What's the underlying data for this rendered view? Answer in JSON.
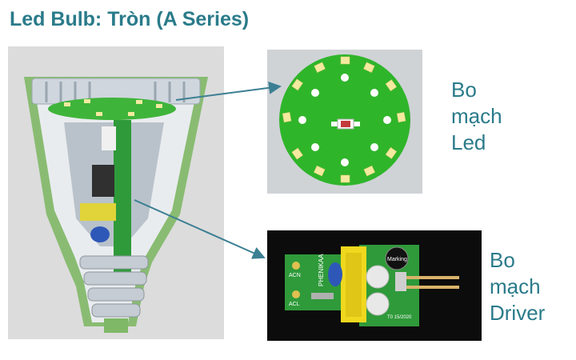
{
  "title": "Led Bulb: Tròn (A Series)",
  "labels": {
    "led_board": [
      "Bo",
      "mạch",
      "Led"
    ],
    "driver_board": [
      "Bo",
      "mạch",
      "Driver"
    ]
  },
  "driver_board_marks": {
    "brand": "PHENIKAA",
    "marking": "Marking",
    "acn": "ACN",
    "acl": "ACL",
    "t0_date": "T0\n15/2020"
  },
  "colors": {
    "title": "#2a7b8a",
    "pcb_green": "#2fb52a",
    "led_yellow": "#f2e39a",
    "arrow": "#3c7f93"
  }
}
